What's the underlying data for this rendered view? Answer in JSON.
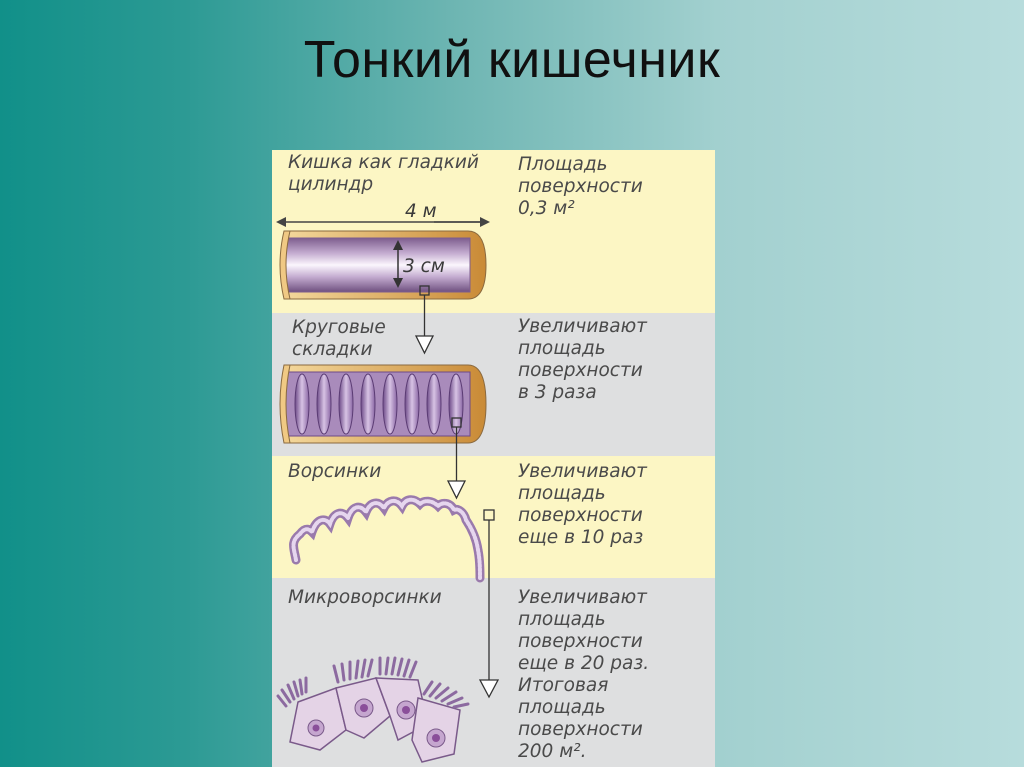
{
  "slide": {
    "title": "Тонкий кишечник"
  },
  "figure": {
    "colors": {
      "band_yellow": "#fcf6c4",
      "band_gray": "#dedfe0",
      "tube_purple": "#8a6e98",
      "tube_rim": "#d49a46",
      "cell_fill": "#e4d3e6",
      "nucleus": "#8a4f9a"
    },
    "panels": [
      {
        "left_lines": [
          "Кишка как гладкий",
          "цилиндр"
        ],
        "right_lines": [
          "Площадь",
          "поверхности",
          "0,3 м²"
        ],
        "length_label": "4 м",
        "diameter_label": "3 см"
      },
      {
        "left_lines": [
          "Круговые",
          "складки"
        ],
        "right_lines": [
          "Увеличивают",
          "площадь",
          "поверхности",
          "в 3 раза"
        ]
      },
      {
        "left_lines": [
          "Ворсинки"
        ],
        "right_lines": [
          "Увеличивают",
          "площадь",
          "поверхности",
          "еще в 10 раз"
        ]
      },
      {
        "left_lines": [
          "Микроворсинки"
        ],
        "right_lines": [
          "Увеличивают",
          "площадь",
          "поверхности",
          "еще в 20 раз.",
          "Итоговая",
          "площадь",
          "поверхности",
          "200 м²."
        ]
      }
    ]
  }
}
